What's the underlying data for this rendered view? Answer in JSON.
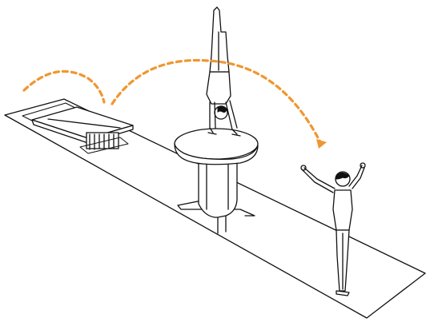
{
  "colors": {
    "line": "#111111",
    "background": "#ffffff",
    "trajectory": "#f0962f"
  },
  "icons": [
    "runway",
    "springboard",
    "vaulting-horse",
    "gymnast-handstand",
    "gymnast-landing",
    "trajectory-arrow"
  ]
}
